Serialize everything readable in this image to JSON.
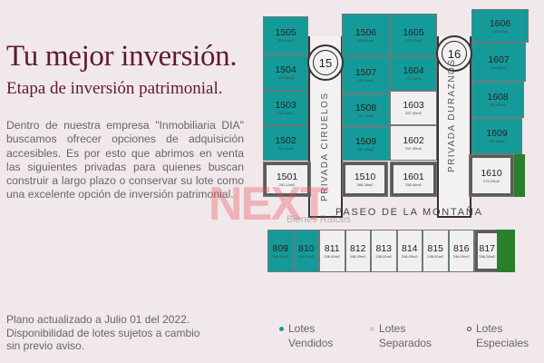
{
  "header": {
    "title": "Tu mejor inversión.",
    "subtitle": "Etapa de inversión patrimonial."
  },
  "intro": "Dentro de nuestra empresa \"Inmobiliaria DIA\" buscamos ofrecer opciones de adquisición accesibles. Es por esto que abrimos en venta las siguientes privadas para quienes buscan construir a largo plazo o conservar su lote como una excelente opción de inversión patrimonial.",
  "footnote": "Plano actualizado a Julio 01 del 2022. Disponibilidad de lotes sujetos a cambio sin previo aviso.",
  "legend": [
    {
      "line1": "Lotes",
      "line2": "Vendidos",
      "color": "#159a9a"
    },
    {
      "line1": "Lotes",
      "line2": "Separados",
      "color": "#d9c9b0"
    },
    {
      "line1": "Lotes",
      "line2": "Especiales",
      "color": "#ffffff"
    }
  ],
  "map": {
    "privadas": [
      {
        "number": "15",
        "name": "PRIVADA CIRUELOS"
      },
      {
        "number": "16",
        "name": "PRIVADA DURAZNOS"
      }
    ],
    "street": "PASEO DE LA MONTAÑA",
    "watermark": {
      "brand": "NEXT",
      "tagline": "Bienes Raíces"
    },
    "lots": [
      {
        "id": "1505",
        "area": "305.94m2",
        "status": "sold"
      },
      {
        "id": "1504",
        "area": "262.96m2",
        "status": "sold"
      },
      {
        "id": "1503",
        "area": "262.06m2",
        "status": "sold"
      },
      {
        "id": "1502",
        "area": "262.06m2",
        "status": "sold"
      },
      {
        "id": "1501",
        "area": "261.14m2",
        "status": "special"
      },
      {
        "id": "1506",
        "area": "308.81m2",
        "status": "sold"
      },
      {
        "id": "1507",
        "area": "257.54m2",
        "status": "sold"
      },
      {
        "id": "1508",
        "area": "257.30m2",
        "status": "sold"
      },
      {
        "id": "1509",
        "area": "257.30m2",
        "status": "sold"
      },
      {
        "id": "1510",
        "area": "268.28m2",
        "status": "special"
      },
      {
        "id": "1605",
        "area": "276.70m2",
        "status": "sold"
      },
      {
        "id": "1604",
        "area": "257.40m2",
        "status": "sold"
      },
      {
        "id": "1603",
        "area": "257.40m2",
        "status": "avail"
      },
      {
        "id": "1602",
        "area": "257.40m2",
        "status": "avail"
      },
      {
        "id": "1601",
        "area": "256.54m2",
        "status": "special"
      },
      {
        "id": "1606",
        "area": "322.07m2",
        "status": "sold"
      },
      {
        "id": "1607",
        "area": "308.63m2",
        "status": "sold"
      },
      {
        "id": "1608",
        "area": "301.52m2",
        "status": "sold"
      },
      {
        "id": "1609",
        "area": "297.68m2",
        "status": "sold"
      },
      {
        "id": "1610",
        "area": "279.23m2",
        "status": "special"
      },
      {
        "id": "809",
        "area": "246.00m2",
        "status": "sold"
      },
      {
        "id": "810",
        "area": "246.00m2",
        "status": "sold"
      },
      {
        "id": "811",
        "area": "246.00m2",
        "status": "avail"
      },
      {
        "id": "812",
        "area": "246.00m2",
        "status": "avail"
      },
      {
        "id": "813",
        "area": "246.00m2",
        "status": "avail"
      },
      {
        "id": "814",
        "area": "246.00m2",
        "status": "avail"
      },
      {
        "id": "815",
        "area": "246.00m2",
        "status": "avail"
      },
      {
        "id": "816",
        "area": "246.00m2",
        "status": "avail"
      },
      {
        "id": "817",
        "area": "256.28m2",
        "status": "special"
      }
    ]
  }
}
